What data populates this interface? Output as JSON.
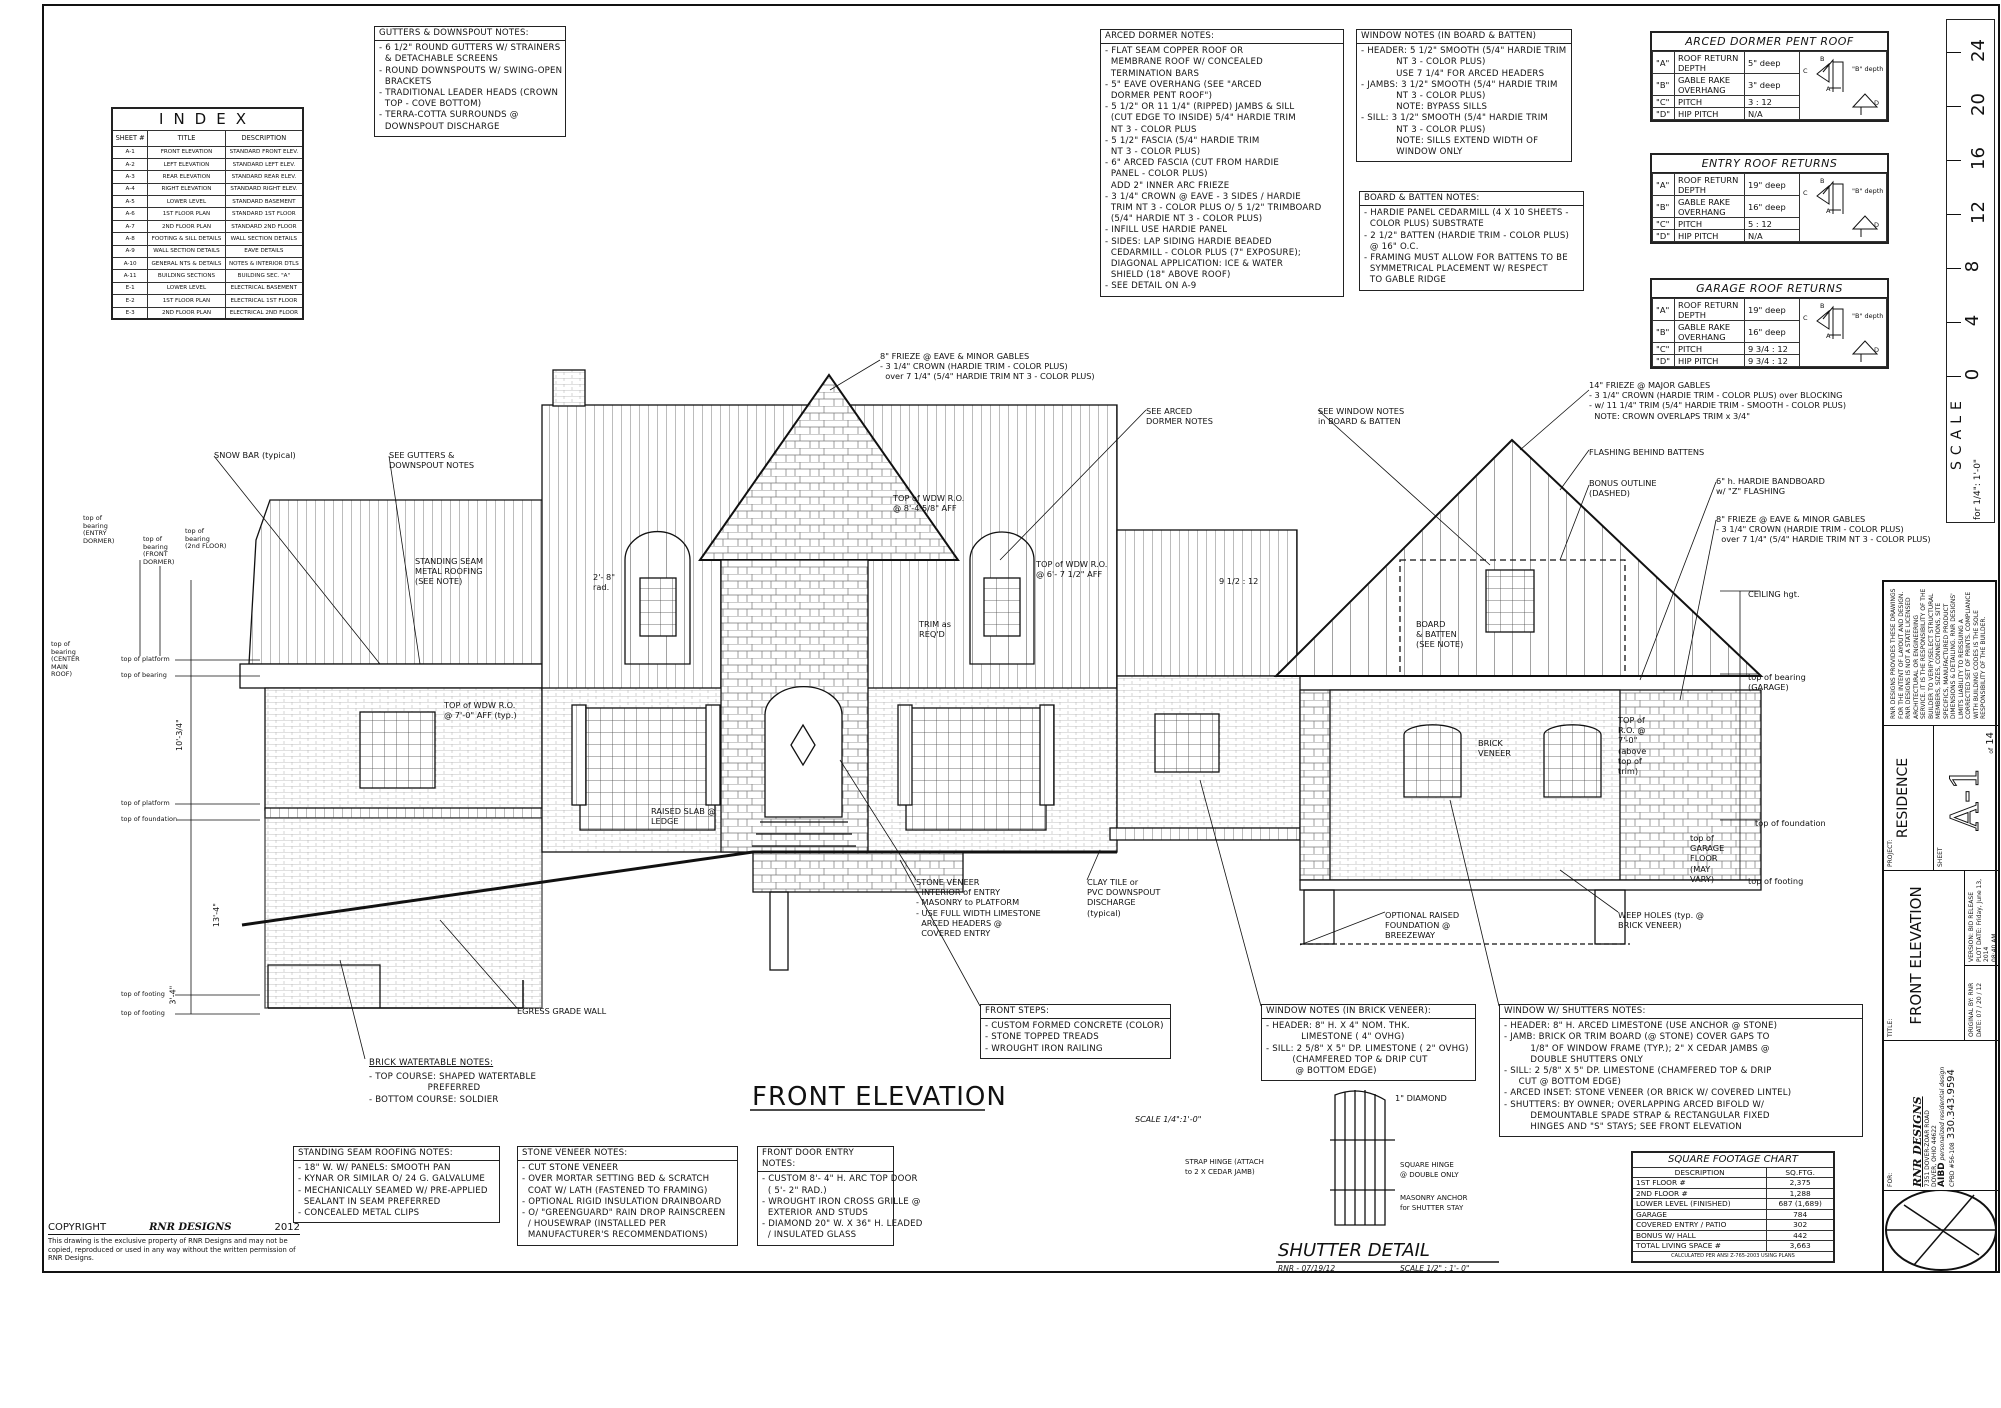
{
  "index": {
    "title": "INDEX",
    "headers": [
      "SHEET #",
      "TITLE",
      "DESCRIPTION"
    ],
    "rows": [
      [
        "A-1",
        "FRONT ELEVATION",
        "STANDARD FRONT ELEV."
      ],
      [
        "A-2",
        "LEFT ELEVATION",
        "STANDARD LEFT ELEV."
      ],
      [
        "A-3",
        "REAR ELEVATION",
        "STANDARD REAR ELEV."
      ],
      [
        "A-4",
        "RIGHT ELEVATION",
        "STANDARD RIGHT ELEV."
      ],
      [
        "A-5",
        "LOWER LEVEL",
        "STANDARD BASEMENT"
      ],
      [
        "A-6",
        "1st FLOOR PLAN",
        "STANDARD 1st FLOOR"
      ],
      [
        "A-7",
        "2nd FLOOR PLAN",
        "STANDARD 2nd FLOOR"
      ],
      [
        "A-8",
        "FOOTING & SILL DETAILS",
        "WALL SECTION DETAILS"
      ],
      [
        "A-9",
        "WALL SECTION DETAILS",
        "EAVE DETAILS"
      ],
      [
        "A-10",
        "GENERAL NTS & DETAILS",
        "NOTES & INTERIOR DTLS"
      ],
      [
        "A-11",
        "BUILDING SECTIONS",
        "BUILDING SEC. \"A\""
      ],
      [
        "E-1",
        "LOWER LEVEL",
        "ELECTRICAL BASEMENT"
      ],
      [
        "E-2",
        "1st FLOOR PLAN",
        "ELECTRICAL 1st FLOOR"
      ],
      [
        "E-3",
        "2nd FLOOR PLAN",
        "ELECTRICAL 2nd FLOOR"
      ]
    ]
  },
  "notes": {
    "gutters": {
      "title": "GUTTERS & DOWNSPOUT NOTES:",
      "lines": [
        "- 6 1/2\" ROUND GUTTERS w/ STRAINERS",
        "  & DETACHABLE SCREENS",
        "- ROUND DOWNSPOUTS w/ SWING-OPEN",
        "  BRACKETS",
        "- TRADITIONAL LEADER HEADS (CROWN",
        "  TOP - COVE BOTTOM)",
        "- TERRA-COTTA SURROUNDS @",
        "  DOWNSPOUT DISCHARGE"
      ]
    },
    "arced_dormer": {
      "title": "ARCED DORMER NOTES:",
      "lines": [
        "- FLAT SEAM COPPER ROOF or",
        "  MEMBRANE ROOF w/ CONCEALED",
        "  TERMINATION BARS",
        "- 5\" EAVE OVERHANG (SEE \"ARCED",
        "  DORMER PENT ROOF\")",
        "- 5 1/2\" or 11 1/4\" (RIPPED) JAMBS & SILL",
        "  (CUT EDGE to INSIDE) 5/4\" HARDIE TRIM",
        "  NT 3 - COLOR PLUS",
        "- 5 1/2\" FASCIA (5/4\" HARDIE TRIM",
        "  NT 3 - COLOR PLUS)",
        "- 6\" ARCED FASCIA (CUT from HARDIE",
        "  PANEL - COLOR PLUS)",
        "  ADD 2\" INNER ARC FRIEZE",
        "- 3 1/4\" CROWN @ EAVE - 3 SIDES / HARDIE",
        "  TRIM NT 3 - COLOR PLUS o/ 5 1/2\" TRIMBOARD",
        "  (5/4\" HARDIE NT 3 - COLOR PLUS)",
        "- INFILL USE HARDIE PANEL",
        "- SIDES: LAP SIDING HARDIE BEADED",
        "  CEDARMILL - COLOR PLUS (7\" EXPOSURE);",
        "  DIAGONAL APPLICATION: ICE & WATER",
        "  SHIELD (18\" ABOVE ROOF)",
        "- SEE DETAIL on A-9"
      ]
    },
    "window_bb": {
      "title": "WINDOW NOTES (in BOARD & BATTEN)",
      "lines": [
        "- HEADER: 5 1/2\" SMOOTH (5/4\" HARDIE TRIM",
        "            NT 3 - COLOR PLUS)",
        "            USE 7 1/4\" for ARCED HEADERS",
        "- JAMBS: 3 1/2\" SMOOTH (5/4\" HARDIE TRIM",
        "            NT 3 - COLOR PLUS)",
        "            NOTE: BYPASS SILLS",
        "- SILL: 3 1/2\" SMOOTH (5/4\" HARDIE TRIM",
        "            NT 3 - COLOR PLUS)",
        "            NOTE: SILLS EXTEND WIDTH of",
        "            WINDOW ONLY"
      ]
    },
    "board_batten": {
      "title": "BOARD & BATTEN NOTES:",
      "lines": [
        "- HARDIE PANEL CEDARMILL (4 X 10 SHEETS -",
        "  COLOR PLUS) SUBSTRATE",
        "- 2 1/2\" BATTEN (HARDIE TRIM - COLOR PLUS)",
        "  @ 16\" o.c.",
        "- FRAMING MUST ALLOW for BATTENS to be",
        "  SYMMETRICAL PLACEMENT w/ RESPECT",
        "  to GABLE RIDGE"
      ]
    },
    "standing_seam": {
      "title": "STANDING SEAM ROOFING NOTES:",
      "lines": [
        "- 18\" w. w/ PANELS: SMOOTH PAN",
        "- KYNAR or SIMILAR o/ 24 g. GALVALUME",
        "- MECHANICALLY SEAMED w/ PRE-APPLIED",
        "  SEALANT in SEAM PREFERRED",
        "- CONCEALED METAL CLIPS"
      ]
    },
    "stone_veneer": {
      "title": "STONE VENEER NOTES:",
      "lines": [
        "- CUT STONE VENEER",
        "- over MORTAR SETTING BED & SCRATCH",
        "  COAT w/ LATH (FASTENED to FRAMING)",
        "- OPTIONAL RIGID INSULATION DRAINBOARD",
        "- o/ \"GREENGUARD\" RAIN DROP RAINSCREEN",
        "  / HOUSEWRAP (INSTALLED per",
        "  MANUFACTURER'S RECOMMENDATIONS)"
      ]
    },
    "front_door": {
      "title": "FRONT DOOR ENTRY NOTES:",
      "lines": [
        "- CUSTOM 8'- 4\" h. ARC TOP DOOR",
        "  ( 5'- 2\" rad.)",
        "- WROUGHT IRON CROSS GRILLE @",
        "  EXTERIOR AND STUDS",
        "- DIAMOND 20\" w. X 36\" h. LEADED",
        "  / INSULATED GLASS"
      ]
    },
    "front_steps": {
      "title": "FRONT STEPS:",
      "lines": [
        "- CUSTOM FORMED CONCRETE (COLOR)",
        "- STONE TOPPED TREADS",
        "- WROUGHT IRON RAILING"
      ]
    },
    "window_brick": {
      "title": "WINDOW NOTES (in BRICK VENEER):",
      "lines": [
        "- HEADER: 8\" h. X 4\" nom. thk.",
        "            LIMESTONE ( 4\" OVHG)",
        "- SILL: 2 5/8\" X 5\" dp. LIMESTONE ( 2\" OVHG)",
        "         (CHAMFERED TOP & DRIP CUT",
        "          @ BOTTOM EDGE)"
      ]
    },
    "window_shutters": {
      "title": "WINDOW w/ SHUTTERS NOTES:",
      "lines": [
        "- HEADER: 8\" h. ARCED LIMESTONE (USE ANCHOR @ STONE)",
        "- JAMB: BRICK or TRIM BOARD (@ STONE) COVER GAPS to",
        "         1/8\" of WINDOW FRAME (typ.); 2\" X CEDAR JAMBS @",
        "         DOUBLE SHUTTERS ONLY",
        "- SILL: 2 5/8\" X 5\" dp. LIMESTONE (CHAMFERED TOP & DRIP",
        "     CUT @ BOTTOM EDGE)",
        "- ARCED INSET: STONE VENEER (or BRICK w/ COVERED LINTEL)",
        "- SHUTTERS: BY OWNER; OVERLAPPING ARCED BIFOLD w/",
        "         DEMOUNTABLE SPADE STRAP & RECTANGULAR FIXED",
        "         HINGES and \"S\" STAYS; SEE FRONT ELEVATION"
      ]
    },
    "brick_watertable": {
      "title": "BRICK WATERTABLE NOTES:",
      "lines": [
        "- TOP COURSE: SHAPED WATERTABLE",
        "                    PREFERRED",
        "- BOTTOM COURSE: SOLDIER"
      ]
    }
  },
  "roof_tables": [
    {
      "title": "ARCED DORMER PENT ROOF",
      "rows": [
        [
          "\"A\"",
          "ROOF RETURN DEPTH",
          "5\" deep"
        ],
        [
          "\"B\"",
          "GABLE RAKE OVERHANG",
          "3\" deep"
        ],
        [
          "\"C\"",
          "PITCH",
          "3 : 12"
        ],
        [
          "\"D\"",
          "HIP PITCH",
          "N/A"
        ]
      ]
    },
    {
      "title": "ENTRY ROOF RETURNS",
      "rows": [
        [
          "\"A\"",
          "ROOF RETURN DEPTH",
          "19\" deep"
        ],
        [
          "\"B\"",
          "GABLE RAKE OVERHANG",
          "16\" deep"
        ],
        [
          "\"C\"",
          "PITCH",
          "5 : 12"
        ],
        [
          "\"D\"",
          "HIP PITCH",
          "N/A"
        ]
      ]
    },
    {
      "title": "GARAGE ROOF RETURNS",
      "rows": [
        [
          "\"A\"",
          "ROOF RETURN DEPTH",
          "19\" deep"
        ],
        [
          "\"B\"",
          "GABLE RAKE OVERHANG",
          "16\" deep"
        ],
        [
          "\"C\"",
          "PITCH",
          "9 3/4 : 12"
        ],
        [
          "\"D\"",
          "HIP PITCH",
          "9 3/4 : 12"
        ]
      ]
    }
  ],
  "roof_diagram_labels": {
    "b": "B",
    "c": "C",
    "a": "A",
    "d": "D",
    "bdepth": "\"B\" depth"
  },
  "ruler": {
    "ticks": [
      "24",
      "20",
      "16",
      "12",
      "8",
      "4",
      "0"
    ],
    "scale_label": "SCALE",
    "scale_value": "for 1/4\": 1'-0\""
  },
  "drawing": {
    "title": "FRONT ELEVATION",
    "scale": "SCALE 1/4\":1'-0\"",
    "shutter_title": "SHUTTER DETAIL",
    "shutter_by": "RNR - 07/19/12",
    "shutter_scale": "SCALE 1/2\" : 1'- 0\"",
    "shutter_callouts": [
      "1\" DIAMOND",
      "STRAP HINGE (ATTACH\nto 2 X CEDAR JAMB)",
      "SQUARE HINGE\n@ DOUBLE ONLY",
      "MASONRY ANCHOR\nfor SHUTTER STAY"
    ]
  },
  "callouts": [
    "8\" FRIEZE @ EAVE & MINOR GABLES\n- 3 1/4\" CROWN (HARDIE TRIM - COLOR PLUS)\n  over 7 1/4\" (5/4\" HARDIE TRIM NT 3 - COLOR PLUS)",
    "SEE ARCED\nDORMER NOTES",
    "SEE WINDOW NOTES\nin BOARD & BATTEN",
    "14\" FRIEZE @ MAJOR GABLES\n- 3 1/4\" CROWN (HARDIE TRIM - COLOR PLUS) over BLOCKING\n- w/ 11 1/4\" TRIM (5/4\" HARDIE TRIM - SMOOTH - COLOR PLUS)\n  NOTE: CROWN OVERLAPS TRIM x 3/4\"",
    "FLASHING BEHIND BATTENS",
    "BONUS OUTLINE\n(DASHED)",
    "6\" h. HARDIE BANDBOARD\nw/ \"Z\" FLASHING",
    "8\" FRIEZE @ EAVE & MINOR GABLES\n- 3 1/4\" CROWN (HARDIE TRIM - COLOR PLUS)\n  over 7 1/4\" (5/4\" HARDIE TRIM NT 3 - COLOR PLUS)",
    "SNOW BAR (typical)",
    "SEE GUTTERS &\nDOWNSPOUT NOTES",
    "STANDING SEAM\nMETAL ROOFING\n(SEE NOTE)",
    "TOP of WDW R.O.\n@ 8'-4 5/8\" AFF",
    "TOP of WDW R.O.\n@ 6'- 7 1/2\" AFF",
    "TRIM as\nREQ'D",
    "9 1/2 : 12",
    "BOARD\n& BATTEN\n(SEE NOTE)",
    "BRICK\nVENEER",
    "TOP of WDW R.O.\n@ 7'-0\" AFF (typ.)",
    "RAISED SLAB @\nLEDGE",
    "STONE VENEER\n- INTERIOR of ENTRY\n- MASONRY to PLATFORM\n- USE FULL WIDTH LIMESTONE\n  ARCED HEADERS @\n  COVERED ENTRY",
    "CLAY TILE or\nPVC DOWNSPOUT\nDISCHARGE\n(typical)",
    "OPTIONAL RAISED\nFOUNDATION @\nBREEZEWAY",
    "WEEP HOLES (typ. @\nBRICK VENEER)",
    "EGRESS GRADE WALL",
    "2'- 8\"\nrad.",
    "TOP of\nR.O. @\n7'-0\"\n(above\ntop of\ntrim)",
    "CEILING hgt.",
    "top of bearing\n(GARAGE)",
    "top of foundation",
    "top of\nGARAGE\nFLOOR\n(MAY\nVARY)",
    "top of footing",
    "top of\nbearing\n(ENTRY\nDORMER)",
    "top of\nbearing\n(FRONT\nDORMER)",
    "top of\nbearing\n(2nd FLOOR)",
    "top of\nbearing\n(CENTER\nMAIN\nROOF)",
    "top of platform",
    "top of bearing",
    "top of platform",
    "top of foundation",
    "top of footing",
    "top of footing",
    "10'-3/4\"",
    "13'-4\"",
    "3'-4\""
  ],
  "sqft": {
    "title": "SQUARE FOOTAGE CHART",
    "headers": [
      "DESCRIPTION",
      "SQ.FTG."
    ],
    "rows": [
      [
        "1st FLOOR #",
        "2,375"
      ],
      [
        "2nd FLOOR #",
        "1,288"
      ],
      [
        "LOWER LEVEL (FINISHED)",
        "687 (1,689)"
      ],
      [
        "GARAGE",
        "784"
      ],
      [
        "COVERED ENTRY / PATIO",
        "302"
      ],
      [
        "BONUS w/ HALL",
        "442"
      ],
      [
        "TOTAL LIVING SPACE #",
        "3,663"
      ]
    ],
    "footnote": "CALCULATED PER ANSI Z-765-2003 USING PLANS"
  },
  "copyright": {
    "label": "COPYRIGHT",
    "company": "RNR DESIGNS",
    "year": "2012",
    "text": "This drawing is the exclusive property of RNR Designs and may not be copied, reproduced or used in any way without the written permission of RNR Designs."
  },
  "title_block": {
    "for_label": "FOR:",
    "company": "RNR DESIGNS",
    "address1": "7351 DOVER-ZOAR ROAD",
    "address2": "DOVER, OHIO  44622",
    "tagline1": "personalized",
    "tagline2": "residential design",
    "logo_text": "AIBD",
    "cpbd": "CPBD #56-108",
    "phone": "330.343.9594",
    "title_label": "TITLE:",
    "title": "FRONT ELEVATION",
    "original_by": "ORIGINAL BY:  RNR",
    "date": "DATE: 07 / 20 / 12",
    "version": "VERSION: BID RELEASE",
    "plot_date": "PLOT DATE: Friday, June 13, 2014",
    "plot_time": "08:40 AM",
    "project_label": "PROJECT:",
    "project": "RESIDENCE",
    "sheet_label": "SHEET",
    "sheet": "A-1",
    "of_label": "of",
    "sheet_total": "14",
    "disclaimer": "RNR DESIGNS PROVIDES THESE DRAWINGS FOR THE INTENT OF LAYOUT AND DESIGN. RNR DESIGNS IS NOT A STATE LICENSED ARCHITECTURAL OR ENGINEERING SERVICE. IT IS THE RESPONSIBILITY OF THE BUILDER TO VERIFY/SELECT STRUCTURAL MEMBERS, SIZES, CONNECTIONS, SITE SPECIFICS, MANUFACTURED PRODUCT DIMENSIONS & DETAILING. RNR DESIGNS' LIMITS LIABILITY TO REISSUING A CORRECTED SET OF PRINTS. COMPLIANCE WITH BUILDING CODES IS THE SOLE RESPONSIBILITY OF THE BUILDER."
  }
}
